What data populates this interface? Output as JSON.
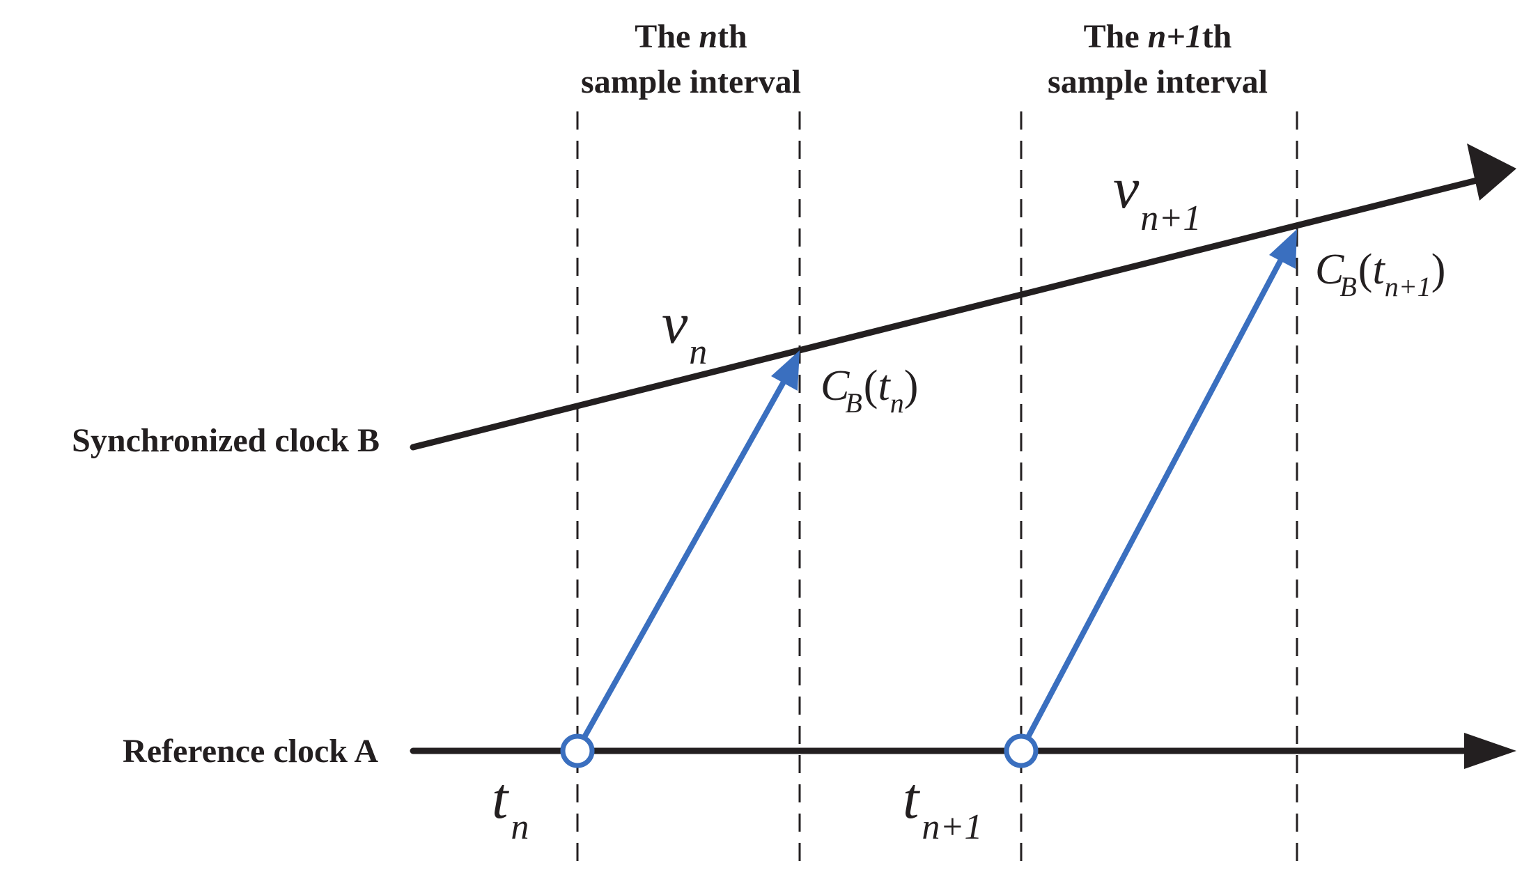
{
  "interval_n": {
    "line1": {
      "pre": "The ",
      "italic": "n",
      "post": "th"
    },
    "line2": "sample interval"
  },
  "interval_n1": {
    "line1": {
      "pre": "The ",
      "italic": "n+1",
      "post": "th"
    },
    "line2": "sample interval"
  },
  "clock_b_label": "Synchronized clock B",
  "clock_a_label": "Reference clock A",
  "v_n": {
    "main": "v",
    "sub": "n"
  },
  "v_n1": {
    "main": "v",
    "sub": "n+1"
  },
  "cb_tn": {
    "C": "C",
    "B": "B",
    "open": "(",
    "t": "t",
    "sub": "n",
    "close": ")"
  },
  "cb_tn1": {
    "C": "C",
    "B": "B",
    "open": "(",
    "t": "t",
    "sub": "n+1",
    "close": ")"
  },
  "t_n": {
    "main": "t",
    "sub": "n"
  },
  "t_n1": {
    "main": "t",
    "sub": "n+1"
  },
  "colors": {
    "axis": "#231f20",
    "arrow_blue": "#3a6fbf",
    "dashed": "#231f20"
  }
}
